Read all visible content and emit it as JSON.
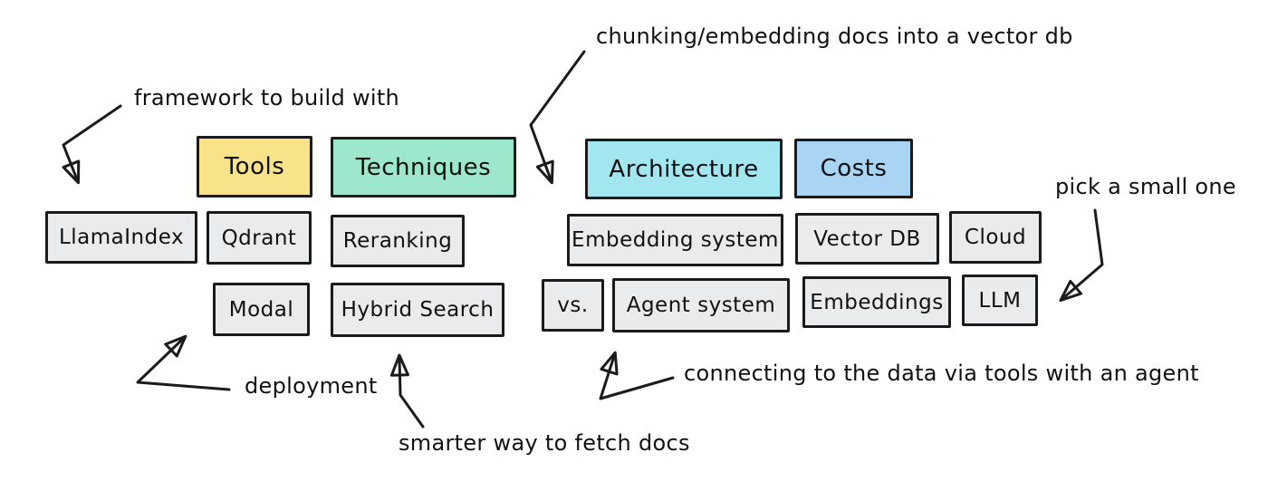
{
  "diagram": {
    "background": "#ffffff",
    "stroke_color": "#1b1b1b",
    "item_fill": "#e9ebed",
    "categories": [
      {
        "label": "Tools",
        "fill": "#f9e38a"
      },
      {
        "label": "Techniques",
        "fill": "#9de8cd"
      },
      {
        "label": "Architecture",
        "fill": "#a2e6ef"
      },
      {
        "label": "Costs",
        "fill": "#a9d4f4"
      }
    ],
    "items": {
      "llamaindex": "LlamaIndex",
      "qdrant": "Qdrant",
      "reranking": "Reranking",
      "embedding_system": "Embedding system",
      "vector_db": "Vector DB",
      "cloud": "Cloud",
      "modal": "Modal",
      "hybrid_search": "Hybrid Search",
      "vs": "vs.",
      "agent_system": "Agent system",
      "embeddings": "Embeddings",
      "llm": "LLM"
    },
    "annotations": {
      "framework": "framework to build with",
      "chunking": "chunking/embedding docs into a vector db",
      "pick_small": "pick a small one",
      "deployment": "deployment",
      "smarter": "smarter way to fetch docs",
      "connecting": "connecting to the data via tools with an agent"
    }
  }
}
